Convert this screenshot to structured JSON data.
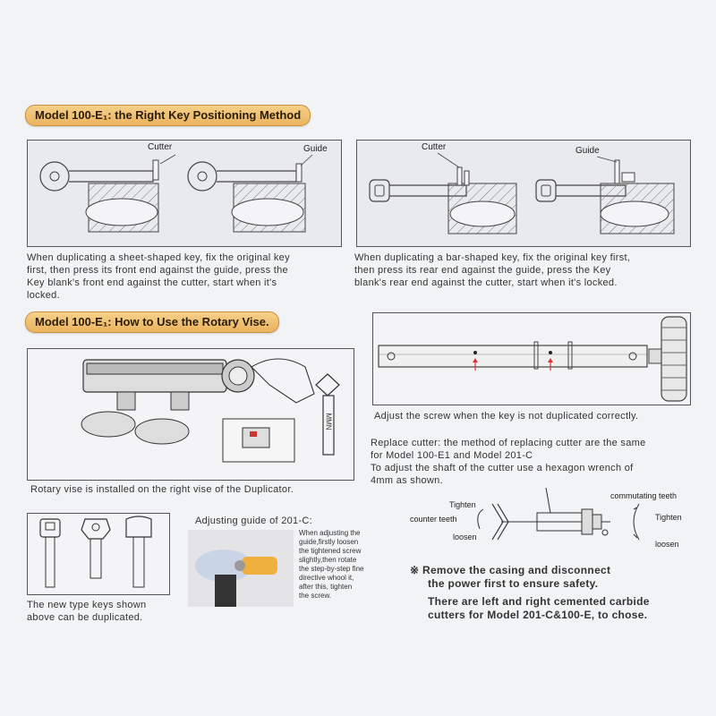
{
  "sections": {
    "positioning_title": "Model 100-E₁: the Right Key Positioning Method",
    "rotary_title": "Model 100-E₁: How to Use the Rotary Vise."
  },
  "diagram1": {
    "cutter": "Cutter",
    "guide": "Guide"
  },
  "diagram2": {
    "cutter": "Cutter",
    "guide": "Guide"
  },
  "captions": {
    "sheet_key": [
      "When duplicating a sheet-shaped key,  fix the original key",
      "first, then press its front end against the guide, press the",
      "Key blank's front end against  the  cutter,   start  when it's",
      "locked."
    ],
    "bar_key": [
      "When  duplicating a bar-shaped key,  fix  the  original key first,",
      "then  press  its  rear  end  against the  guide, press  the  Key",
      "blank's rear end against  the cutter, start  when it's locked."
    ],
    "rotary_vise": "Rotary vise is installed on the right vise of the Duplicator.",
    "adjust_screw": "Adjust the screw when the key is not duplicated correctly.",
    "replace_cutter": [
      "Replace cutter: the method of replacing cutter are the same",
      "for Model 100-E1 and Model 201-C",
      "To adjust the shaft of the cutter use a hexagon wrench of",
      "4mm as   shown."
    ],
    "new_keys": [
      "The new type keys shown",
      "above can be duplicated."
    ],
    "adjust_guide_title": "Adjusting guide of 201-C:",
    "adjust_guide_text": [
      "When adjusting the",
      "guide,firstly loosen",
      "the tightened screw",
      "slightly,then rotate",
      "the step-by-step fine",
      "directive whool it,",
      "after this, tighten",
      "the screw."
    ],
    "warning": [
      "※  Remove the casing and disconnect",
      "the power first to ensure safety."
    ],
    "cutters_note": [
      "There are left and right cemented carbide",
      "cutters for Model 201-C&100-E, to chose."
    ]
  },
  "cutter_diagram": {
    "tighten_left": "Tighten",
    "counter_teeth": "counter teeth",
    "loosen_left": "loosen",
    "commutating_teeth": "commutating teeth",
    "tighten_right": "Tighten",
    "loosen_right": "loosen"
  },
  "key_stamp": "MMN"
}
